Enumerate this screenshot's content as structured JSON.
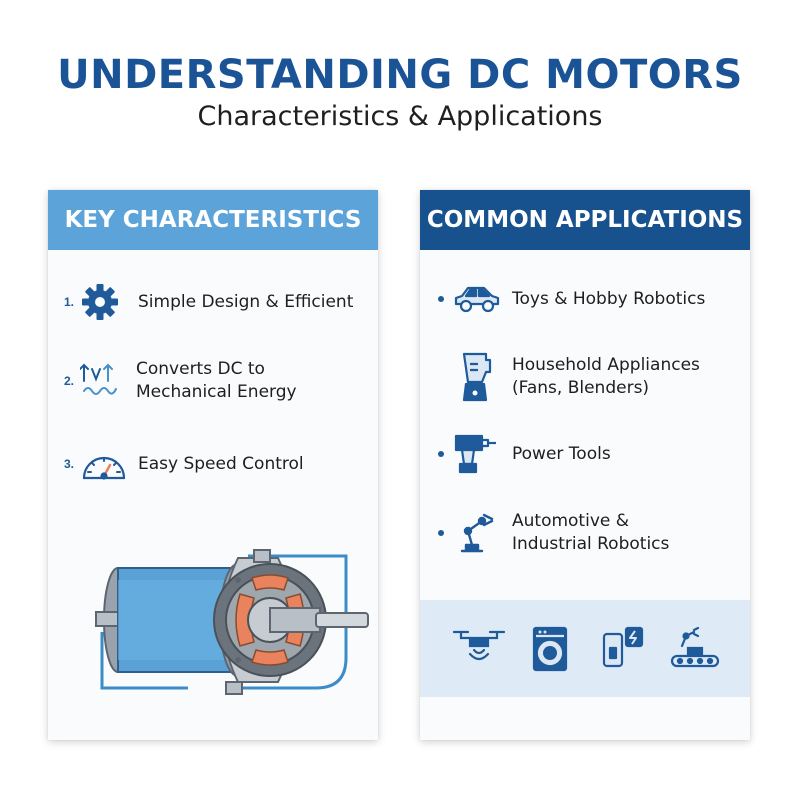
{
  "title": "UNDERSTANDING DC MOTORS",
  "subtitle": "Characteristics & Applications",
  "colors": {
    "title": "#1a5396",
    "header_light": "#5ba3d9",
    "header_dark": "#17528f",
    "icon_blue": "#1f5a9a",
    "band": "#deeaf5",
    "motor_body": "#5aa2d6",
    "motor_metal": "#b9bfc6",
    "motor_coil": "#e8835d",
    "wire": "#3b8cc8"
  },
  "characteristics": {
    "header": "KEY CHARACTERISTICS",
    "items": [
      {
        "num": "1.",
        "label": "Simple Design & Efficient",
        "icon": "gear-icon"
      },
      {
        "num": "2.",
        "label_line1": "Converts DC to",
        "label_line2": "Mechanical Energy",
        "icon": "voltage-waveform-icon"
      },
      {
        "num": "3.",
        "label": "Easy Speed Control",
        "icon": "speedometer-icon"
      }
    ],
    "illustration": "dc-motor-cutaway-illustration"
  },
  "applications": {
    "header": "COMMON APPLICATIONS",
    "items": [
      {
        "label": "Toys & Hobby Robotics",
        "icon": "toy-car-icon"
      },
      {
        "label_line1": "Household Appliances",
        "label_line2": "(Fans, Blenders)",
        "icon": "blender-icon"
      },
      {
        "label": "Power Tools",
        "icon": "power-drill-icon"
      },
      {
        "label_line1": "Automotive &",
        "label_line2": "Industrial Robotics",
        "icon": "robotic-arm-icon"
      }
    ],
    "band_icons": [
      "drone-icon",
      "washing-machine-icon",
      "phone-charging-icon",
      "conveyor-robot-icon"
    ]
  }
}
